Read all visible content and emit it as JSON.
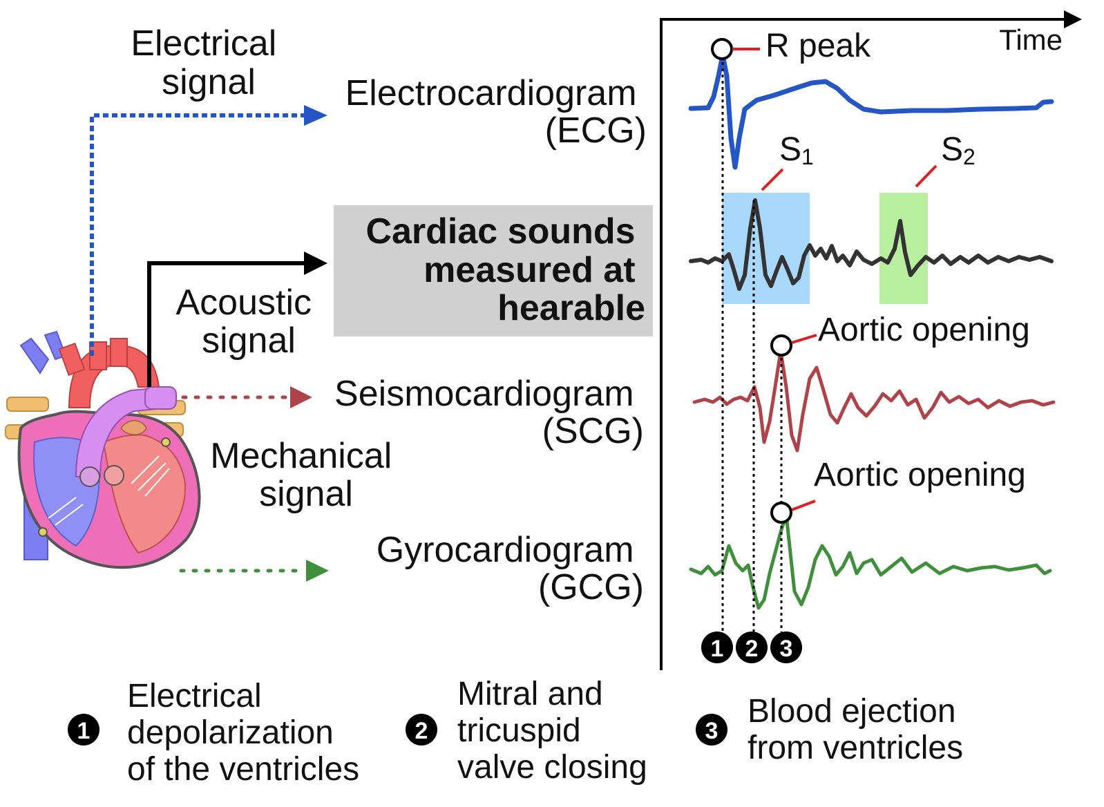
{
  "signals": {
    "electrical": [
      "Electrical",
      "signal"
    ],
    "acoustic": [
      "Acoustic",
      "signal"
    ],
    "mechanical": [
      "Mechanical",
      "signal"
    ]
  },
  "measurements": {
    "ecg": [
      "Electrocardiogram",
      "(ECG)"
    ],
    "cardiac_sounds": [
      "Cardiac sounds",
      "measured at",
      "hearable"
    ],
    "scg": [
      "Seismocardiogram",
      "(SCG)"
    ],
    "gcg": [
      "Gyrocardiogram",
      "(GCG)"
    ]
  },
  "plot": {
    "time_label": "Time",
    "r_peak": "R peak",
    "s1": "S",
    "s1_sub": "1",
    "s2": "S",
    "s2_sub": "2",
    "aortic_scg": "Aortic opening",
    "aortic_gcg": "Aortic opening",
    "markers": [
      "1",
      "2",
      "3"
    ]
  },
  "legend": [
    {
      "num": "1",
      "lines": [
        "Electrical",
        "depolarization",
        "of the ventricles"
      ]
    },
    {
      "num": "2",
      "lines": [
        "Mitral and",
        "tricuspid",
        "valve closing"
      ]
    },
    {
      "num": "3",
      "lines": [
        "Blood ejection",
        "from ventricles"
      ]
    }
  ],
  "colors": {
    "ecg": "#2457c5",
    "sound": "#333333",
    "scg": "#b0424a",
    "gcg": "#3f8f3c",
    "s1_box": "#a8d8fb",
    "s2_box": "#b8f0a0",
    "callout": "#e02020",
    "sound_box": "#d0d0d0"
  }
}
